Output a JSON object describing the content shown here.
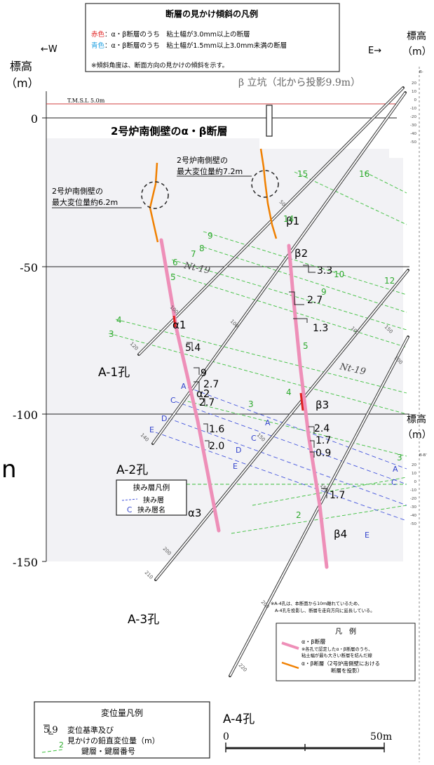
{
  "top_legend": {
    "title": "断層の見かけ傾斜の凡例",
    "red_prefix": "赤色",
    "red_text": "：α・β断層のうち　粘土幅が3.0mm以上の断層",
    "blue_prefix": "青色",
    "blue_text": "：α・β断層のうち　粘土幅が1.5mm以上3.0mm未満の断層",
    "note": "※傾斜角度は、断面方向の見かけの傾斜を示す。"
  },
  "directions": {
    "west": "←W",
    "east": "E→"
  },
  "elevation_label": "標高",
  "elevation_unit": "（m）",
  "y_ticks": [
    "0",
    "-50",
    "-100",
    "-150"
  ],
  "tmsl": "T.M.S.L 5.0m",
  "shaft": "β 立坑（北から投影9.9m）",
  "main_title": "2号炉南側壁のα・β断層",
  "callout_right": [
    "2号炉南側壁の",
    "最大変位量約7.2m"
  ],
  "callout_left": [
    "2号炉南側壁の",
    "最大変位量約6.2m"
  ],
  "fault_labels": {
    "a1": "α1",
    "a2": "α2",
    "a3": "α3",
    "b1": "β1",
    "b2": "β2",
    "b3": "β3",
    "b4": "β4"
  },
  "boreholes": {
    "A1": "A-1孔",
    "A2": "A-2孔",
    "A3": "A-3孔",
    "A4": "A-4孔"
  },
  "depth_marks": [
    "100",
    "120",
    "100",
    "140",
    "150",
    "200",
    "210",
    "50",
    "100",
    "150",
    "200",
    "220",
    "150",
    "100"
  ],
  "key_bed_numbers": [
    "15",
    "16",
    "14",
    "9",
    "8",
    "7",
    "6",
    "5",
    "4",
    "3",
    "10",
    "12",
    "9",
    "5",
    "4",
    "3",
    "2",
    "3"
  ],
  "key_bed_name": "Nt-19",
  "interbeds": [
    "A",
    "C",
    "D",
    "E",
    "A",
    "C",
    "D",
    "E",
    "A",
    "C",
    "E"
  ],
  "displacements": [
    "3.3",
    "2.7",
    "1.3",
    "5.4",
    "9",
    "2.7",
    "2.7",
    "1.6",
    "2.0",
    "2.4",
    "1.7",
    "0.9",
    "1.7"
  ],
  "interbed_legend": {
    "title": "挟み層凡例",
    "line_label": "挟み層",
    "c": "C",
    "name_label": "挟み層名"
  },
  "a4_note": [
    "※A-4孔は、本断面から10m離れているため、",
    "A-4孔を投影し、断層を走向方向に延長している。"
  ],
  "legend": {
    "title": "凡　例",
    "pink_label": "α・β断層",
    "pink_note1": "※各孔で認定したα・β断層のうち、",
    "pink_note2": "粘土幅が最も大きい断層を結んだ線",
    "orange_label": "α・β断層（2号炉南側壁における",
    "orange_label2": "断層を投影）"
  },
  "disp_legend": {
    "title": "変位量凡例",
    "sample": "5.9",
    "line1": "変位基準及び",
    "line2": "見かけの鉛直変位量（m）",
    "key_num": "2",
    "key_label": "鍵層・鍵層番号"
  },
  "scale": {
    "start": "0",
    "end": "50m"
  },
  "right_panel": {
    "label_b": "B-",
    "ticks_top": [
      "20",
      "10",
      "0",
      "-10",
      "-20",
      "-30",
      "-40",
      "-50"
    ],
    "label_b2": "B-B'",
    "ticks_bottom": [
      "20",
      "10",
      "0",
      "-10",
      "-20",
      "-30",
      "-40",
      "-50"
    ]
  },
  "stray": "n",
  "colors": {
    "pink": "#ee8fb8",
    "orange": "#f08000",
    "green": "#2eaa2e",
    "blue": "#3344cc",
    "red": "#e02020"
  }
}
